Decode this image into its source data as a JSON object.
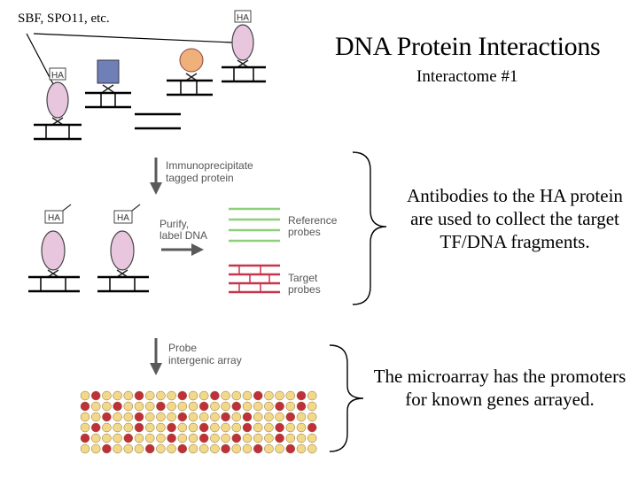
{
  "slide": {
    "title": "DNA Protein Interactions",
    "subtitle": "Interactome #1",
    "tf_label": "SBF, SPO11, etc.",
    "tag_label": "HA",
    "step_labels": {
      "immunoprecipitate": [
        "Immunoprecipitate",
        "tagged protein"
      ],
      "purify": [
        "Purify,",
        "label DNA"
      ],
      "reference": [
        "Reference",
        "probes"
      ],
      "target": [
        "Target",
        "probes"
      ],
      "probe_array": [
        "Probe",
        "intergenic array"
      ]
    },
    "notes": {
      "antibodies": "Antibodies to the HA protein are used to collect the target TF/DNA fragments.",
      "microarray": "The microarray has the promoters for known genes arrayed."
    }
  },
  "colors": {
    "protein_pink": "#e8c6de",
    "protein_blue": "#6f7fb8",
    "protein_orange": "#f0b07a",
    "reference_green": "#8fce7a",
    "target_red": "#c8344c",
    "array_yellow": "#f2d98a",
    "array_red": "#c0303a",
    "arrow_gray": "#5a5a5a",
    "text": "#000000"
  },
  "microarray": {
    "rows": [
      "YRYYYRYYYRYYRYYYRYYYRY",
      "RYYRYYYRYYYRYYRYYYRYRY",
      "YYRYYRYYYRYYYRYRYYYRYY",
      "YRYYYRYYRYYRYYYRYYRYYR",
      "RYYYRYYYRYYRYYRYYYRYYY",
      "YYRYYYRYYRYYYRYYRYYRYY"
    ]
  }
}
